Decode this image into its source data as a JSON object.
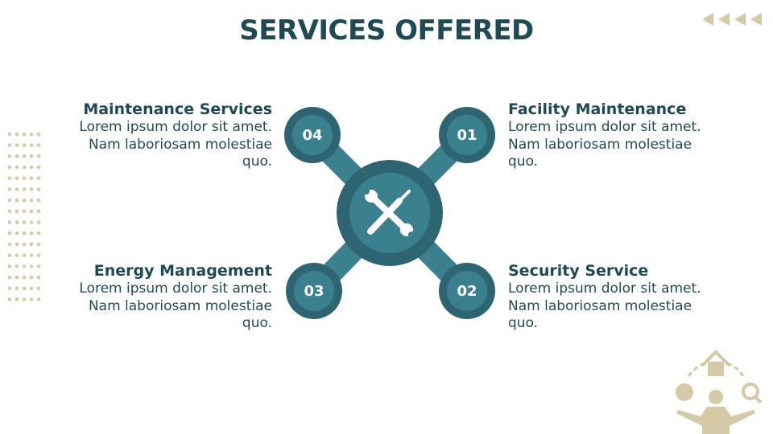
{
  "title": "SERVICES OFFERED",
  "colors": {
    "dark_teal": "#2d6672",
    "teal": "#3a808f",
    "heading": "#1f4a55",
    "beige": "#d6c9a6"
  },
  "center_icon": "wrench-screwdriver-icon",
  "services": [
    {
      "number": "01",
      "title": "Facility Maintenance",
      "body": "Lorem ipsum dolor sit amet. Nam laboriosam molestiae quo."
    },
    {
      "number": "02",
      "title": "Security Service",
      "body": "Lorem ipsum dolor sit amet. Nam laboriosam molestiae quo."
    },
    {
      "number": "03",
      "title": "Energy Management",
      "body": "Lorem ipsum dolor sit amet. Nam laboriosam molestiae quo."
    },
    {
      "number": "04",
      "title": "Maintenance Services",
      "body": "Lorem ipsum dolor sit amet. Nam laboriosam molestiae quo."
    }
  ]
}
